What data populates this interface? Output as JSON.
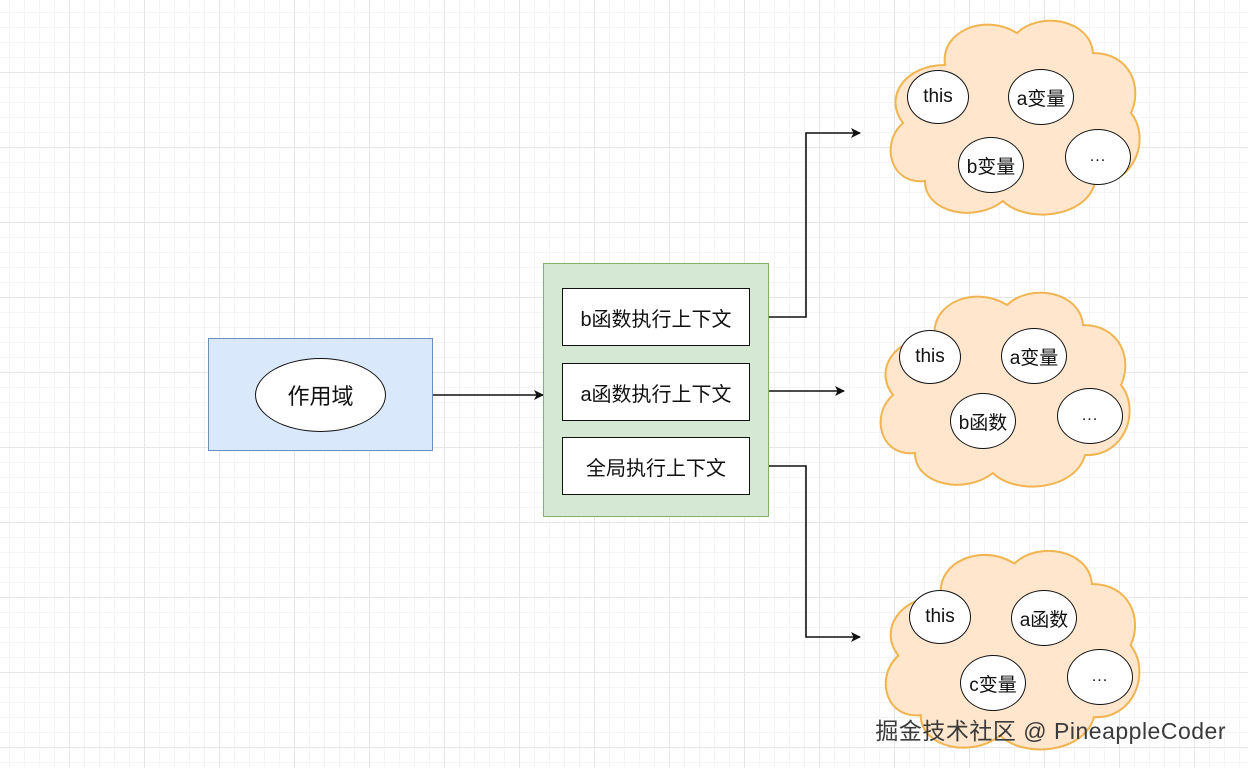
{
  "scope": {
    "label": "作用域"
  },
  "contexts": [
    {
      "label": "b函数执行上下文"
    },
    {
      "label": "a函数执行上下文"
    },
    {
      "label": "全局执行上下文"
    }
  ],
  "clouds": [
    {
      "items": [
        "this",
        "a变量",
        "b变量",
        "..."
      ]
    },
    {
      "items": [
        "this",
        "a变量",
        "b函数",
        "..."
      ]
    },
    {
      "items": [
        "this",
        "a函数",
        "c变量",
        "..."
      ]
    }
  ],
  "watermark": "掘金技术社区 @ PineappleCoder",
  "colors": {
    "scope_fill": "#dae8fc",
    "scope_stroke": "#6c8ebf",
    "stack_fill": "#d5e8d4",
    "stack_stroke": "#82b366",
    "cloud_fill": "#ffe6cc",
    "cloud_stroke": "#f0b551"
  }
}
